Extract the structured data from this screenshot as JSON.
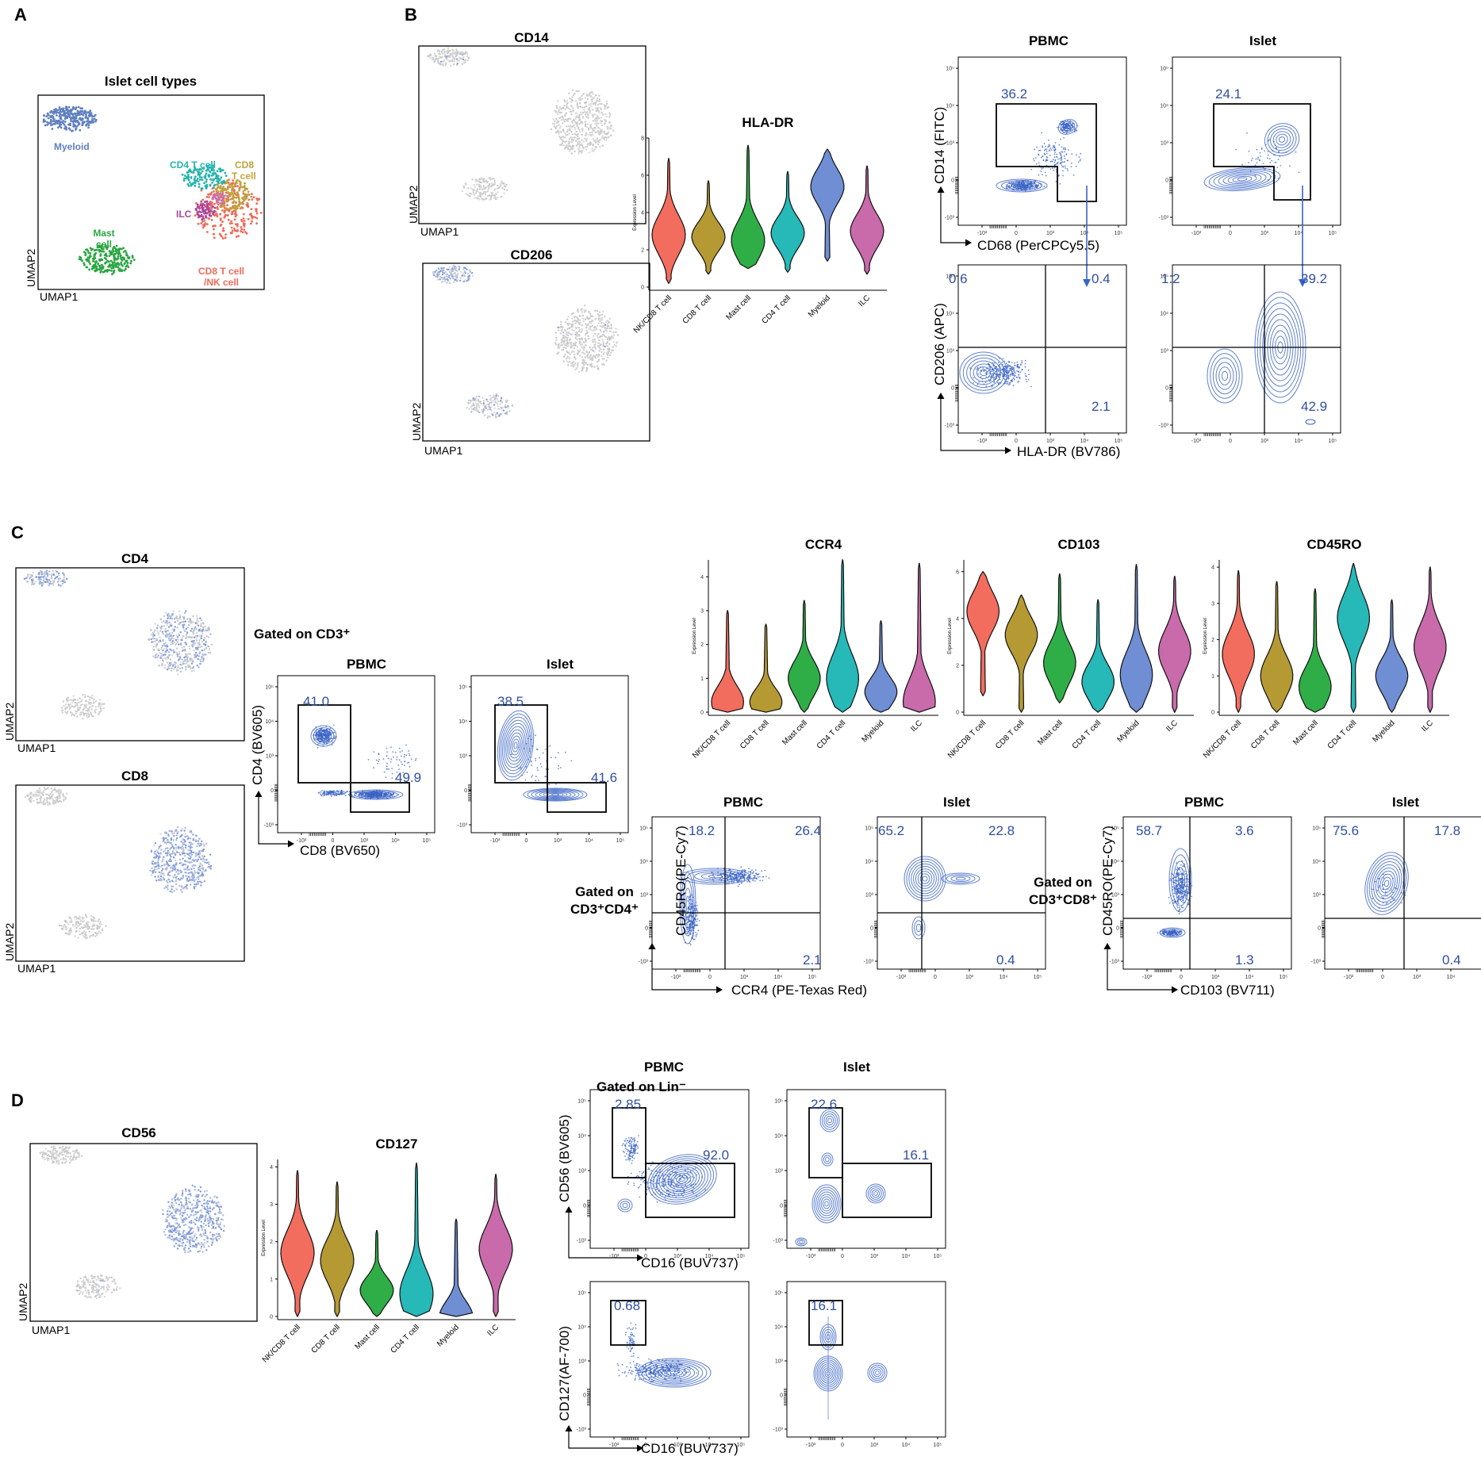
{
  "panels": {
    "A": {
      "label": "A",
      "title": "Islet cell types",
      "xlabel": "UMAP1",
      "ylabel": "UMAP2",
      "clusters": [
        {
          "name": "Myeloid",
          "color": "#5f7fbf"
        },
        {
          "name": "CD4 T cell",
          "color": "#26b3ad"
        },
        {
          "name": "CD8 T cell",
          "color": "#bfa33a"
        },
        {
          "name": "ILC",
          "color": "#a9469a"
        },
        {
          "name": "Mast cell",
          "color": "#2aa642"
        },
        {
          "name": "CD8 T cell /NK cell",
          "color": "#ee6a5a"
        }
      ],
      "label_lines": {
        "Myeloid": [
          "Myeloid"
        ],
        "CD4 T cell": [
          "CD4 T cell"
        ],
        "CD8 T cell": [
          "CD8",
          "T cell"
        ],
        "ILC": [
          "ILC"
        ],
        "Mast cell": [
          "Mast",
          "cell"
        ],
        "CD8 T cell /NK cell": [
          "CD8 T cell",
          "/NK cell"
        ]
      }
    },
    "B": {
      "label": "B",
      "umaps": [
        {
          "title": "CD14",
          "xlabel": "UMAP1",
          "ylabel": "UMAP2"
        },
        {
          "title": "CD206",
          "xlabel": "UMAP1",
          "ylabel": "UMAP2"
        }
      ],
      "flow_titles": [
        "PBMC",
        "Islet"
      ],
      "flow_axes": {
        "top_y": "CD14 (FITC)",
        "top_x": "CD68 (PerCPCy5.5)",
        "bottom_y": "CD206 (APC)",
        "bottom_x": "HLA-DR (BV786)"
      },
      "flow_numbers": {
        "pbmc_gate": "36.2",
        "islet_gate": "24.1",
        "pbmc_quad": [
          "0.6",
          "0.4",
          "2.1"
        ],
        "islet_quad": [
          "1.2",
          "39.2",
          "42.9"
        ]
      }
    },
    "C": {
      "label": "C",
      "umaps": [
        {
          "title": "CD4",
          "xlabel": "UMAP1",
          "ylabel": "UMAP2"
        },
        {
          "title": "CD8",
          "xlabel": "UMAP1",
          "ylabel": "UMAP2"
        }
      ],
      "gated_cd3": "Gated on CD3⁺",
      "flow_titles": [
        "PBMC",
        "Islet"
      ],
      "flow_axes": {
        "y": "CD4 (BV605)",
        "x": "CD8 (BV650)"
      },
      "flow_numbers": {
        "pbmc": [
          "41.0",
          "49.9"
        ],
        "islet": [
          "38.5",
          "41.6"
        ]
      },
      "cd4_gate": [
        "Gated on",
        "CD3⁺CD4⁺"
      ],
      "cd8_gate": [
        "Gated on",
        "CD3⁺CD8⁺"
      ],
      "cd4_axes": {
        "y": "CD45RO(PE-Cy7)",
        "x": "CCR4 (PE-Texas Red)"
      },
      "cd8_axes": {
        "y": "CD45RO(PE-Cy7)",
        "x": "CD103 (BV711)"
      },
      "cd4_numbers": {
        "pbmc": [
          "18.2",
          "26.4",
          "2.1"
        ],
        "islet": [
          "65.2",
          "22.8",
          "0.4"
        ]
      },
      "cd8_numbers": {
        "pbmc": [
          "58.7",
          "3.6",
          "1.3"
        ],
        "islet": [
          "75.6",
          "17.8",
          "0.4"
        ]
      }
    },
    "D": {
      "label": "D",
      "umap": {
        "title": "CD56",
        "xlabel": "UMAP1",
        "ylabel": "UMAP2"
      },
      "flow_titles": [
        "PBMC",
        "Islet"
      ],
      "gated_lin": "Gated on Lin⁻",
      "flow_axes": {
        "top_y": "CD56 (BV605)",
        "top_x": "CD16 (BUV737)",
        "bottom_y": "CD127(AF-700)",
        "bottom_x": "CD16 (BUV737)"
      },
      "flow_numbers": {
        "pbmc_top": [
          "2.85",
          "92.0"
        ],
        "islet_top": [
          "22.6",
          "16.1"
        ],
        "pbmc_bottom": [
          "0.68"
        ],
        "islet_bottom": [
          "16.1"
        ]
      }
    }
  },
  "violin_categories": [
    "NK/CD8 T cell",
    "CD8 T cell",
    "Mast cell",
    "CD4 T cell",
    "Myeloid",
    "ILC"
  ],
  "violin_colors": [
    "#f26d5e",
    "#b59a34",
    "#2fae48",
    "#27b8b8",
    "#6f8ed4",
    "#c96aab"
  ],
  "violin_ylabel": "Expression Level",
  "flow_ticks": {
    "x": [
      "-10³",
      "0",
      "10³",
      "10⁴",
      "10⁵"
    ],
    "y": [
      "10⁵",
      "10⁴",
      "10³",
      "0",
      "-10³"
    ]
  },
  "chart_data": [
    {
      "type": "violin",
      "title": "HLA-DR",
      "categories": [
        "NK/CD8 T cell",
        "CD8 T cell",
        "Mast cell",
        "CD4 T cell",
        "Myeloid",
        "ILC"
      ],
      "ylim": [
        0,
        8
      ],
      "yticks": [
        0,
        2,
        4,
        6,
        8
      ],
      "max": [
        6.9,
        5.7,
        7.6,
        6.2,
        7.4,
        6.5
      ],
      "median": [
        2.8,
        2.7,
        2.5,
        2.9,
        5.4,
        3.0
      ],
      "min": [
        0.2,
        0.7,
        1.0,
        0.8,
        1.4,
        0.7
      ]
    },
    {
      "type": "violin",
      "title": "CCR4",
      "categories": [
        "NK/CD8 T cell",
        "CD8 T cell",
        "Mast cell",
        "CD4 T cell",
        "Myeloid",
        "ILC"
      ],
      "ylim": [
        0,
        4.5
      ],
      "yticks": [
        0,
        1,
        2,
        3,
        4
      ],
      "max": [
        3.0,
        2.6,
        3.3,
        4.5,
        2.7,
        4.4
      ],
      "median": [
        0.3,
        0.3,
        1.0,
        1.0,
        0.6,
        0.3
      ],
      "min": [
        0,
        0,
        0,
        0,
        0,
        0
      ]
    },
    {
      "type": "violin",
      "title": "CD103",
      "categories": [
        "NK/CD8 T cell",
        "CD8 T cell",
        "Mast cell",
        "CD4 T cell",
        "Myeloid",
        "ILC"
      ],
      "ylim": [
        0,
        6.5
      ],
      "yticks": [
        0,
        2,
        4,
        6
      ],
      "max": [
        6.0,
        5.0,
        5.9,
        4.8,
        6.3,
        5.8
      ],
      "median": [
        4.3,
        3.3,
        2.1,
        1.3,
        1.6,
        2.6
      ],
      "min": [
        0.7,
        0,
        0.4,
        0,
        0,
        0
      ]
    },
    {
      "type": "violin",
      "title": "CD45RO",
      "categories": [
        "NK/CD8 T cell",
        "CD8 T cell",
        "Mast cell",
        "CD4 T cell",
        "Myeloid",
        "ILC"
      ],
      "ylim": [
        0,
        4.2
      ],
      "yticks": [
        0,
        1,
        2,
        3,
        4
      ],
      "max": [
        3.9,
        3.6,
        3.4,
        4.1,
        3.1,
        4.0
      ],
      "median": [
        1.6,
        1.0,
        0.7,
        2.6,
        1.0,
        1.8
      ],
      "min": [
        0,
        0,
        0,
        0,
        0,
        0
      ]
    },
    {
      "type": "violin",
      "title": "CD127",
      "categories": [
        "NK/CD8 T cell",
        "CD8 T cell",
        "Mast cell",
        "CD4 T cell",
        "Myeloid",
        "ILC"
      ],
      "ylim": [
        0,
        4.2
      ],
      "yticks": [
        0,
        1,
        2,
        3,
        4
      ],
      "max": [
        3.9,
        3.6,
        2.3,
        4.1,
        2.6,
        3.8
      ],
      "median": [
        1.7,
        1.5,
        0.7,
        0.6,
        0,
        1.8
      ],
      "min": [
        0,
        0,
        0,
        0,
        0,
        0
      ]
    }
  ]
}
